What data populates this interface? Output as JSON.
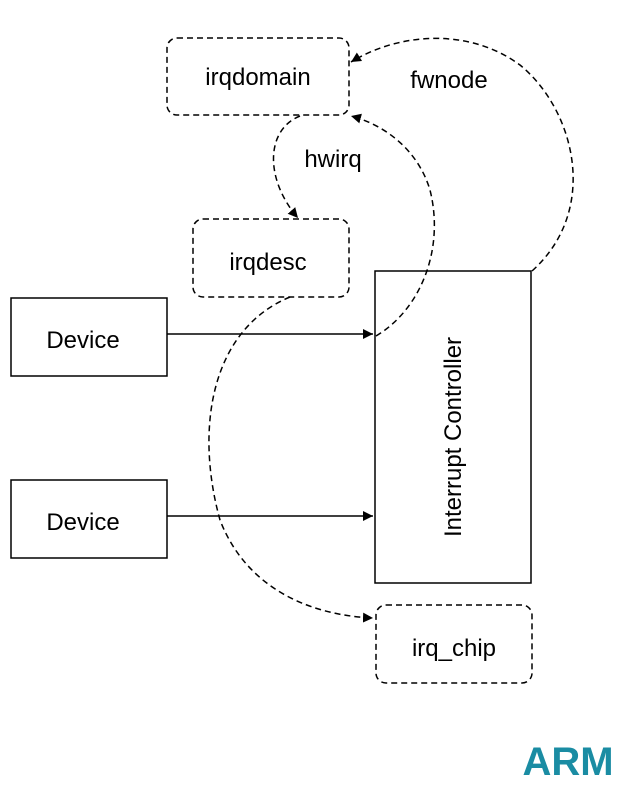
{
  "nodes": {
    "irqdomain": "irqdomain",
    "irqdesc": "irqdesc",
    "device_1": "Device",
    "device_2": "Device",
    "interrupt_controller": "Interrupt Controller",
    "irq_chip": "irq_chip"
  },
  "edge_labels": {
    "fwnode": "fwnode",
    "hwirq": "hwirq"
  },
  "logo": {
    "text": "ARM",
    "color": "#1a8ca3"
  }
}
